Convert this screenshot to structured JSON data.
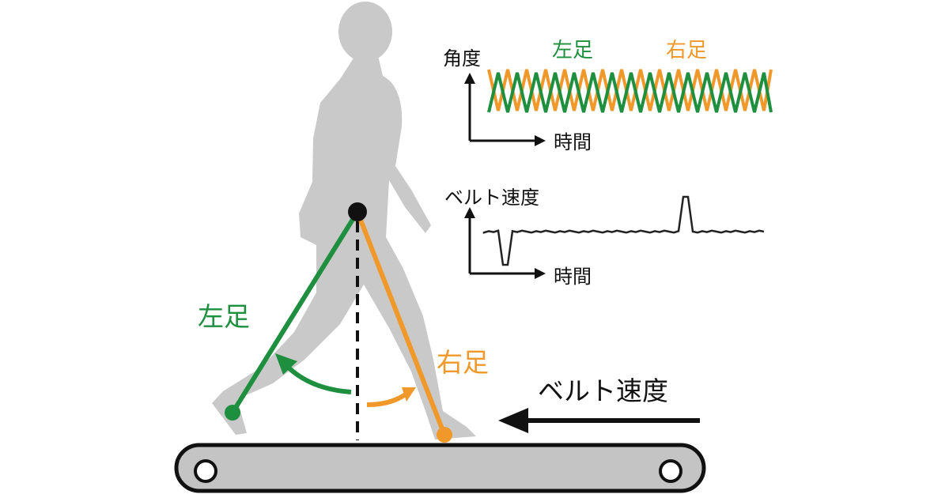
{
  "colors": {
    "left_leg": "#1e8f3e",
    "right_leg": "#f0982a",
    "body": "#c9c9c9",
    "treadmill": "#c4c4c4",
    "ink": "#111111"
  },
  "labels": {
    "left_leg": "左足",
    "right_leg": "右足",
    "belt_speed_arrow": "ベルト速度"
  },
  "angle_plot": {
    "ylabel": "角度",
    "xlabel": "時間",
    "legend_left": "左足",
    "legend_right": "右足"
  },
  "speed_plot": {
    "ylabel": "ベルト速度",
    "xlabel": "時間"
  }
}
